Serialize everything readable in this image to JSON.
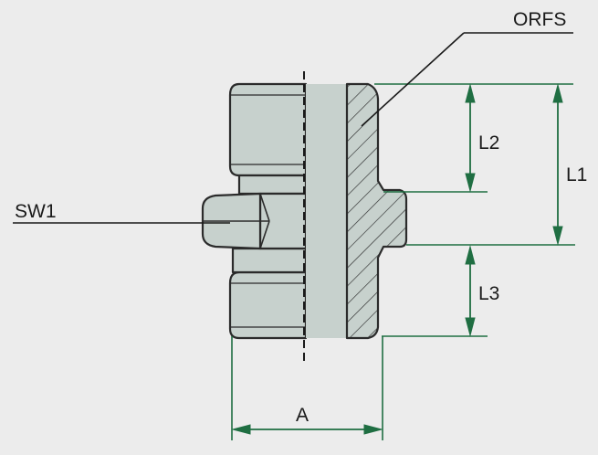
{
  "diagram": {
    "labels": {
      "orfs": "ORFS",
      "sw1": "SW1",
      "l1": "L1",
      "l2": "L2",
      "l3": "L3",
      "a": "A"
    },
    "colors": {
      "background": "#ececec",
      "part_fill": "#c7d1cd",
      "part_outline": "#2b2b2b",
      "dimension_lines": "#1f6e42",
      "leader_lines": "#1a1a1a"
    }
  }
}
